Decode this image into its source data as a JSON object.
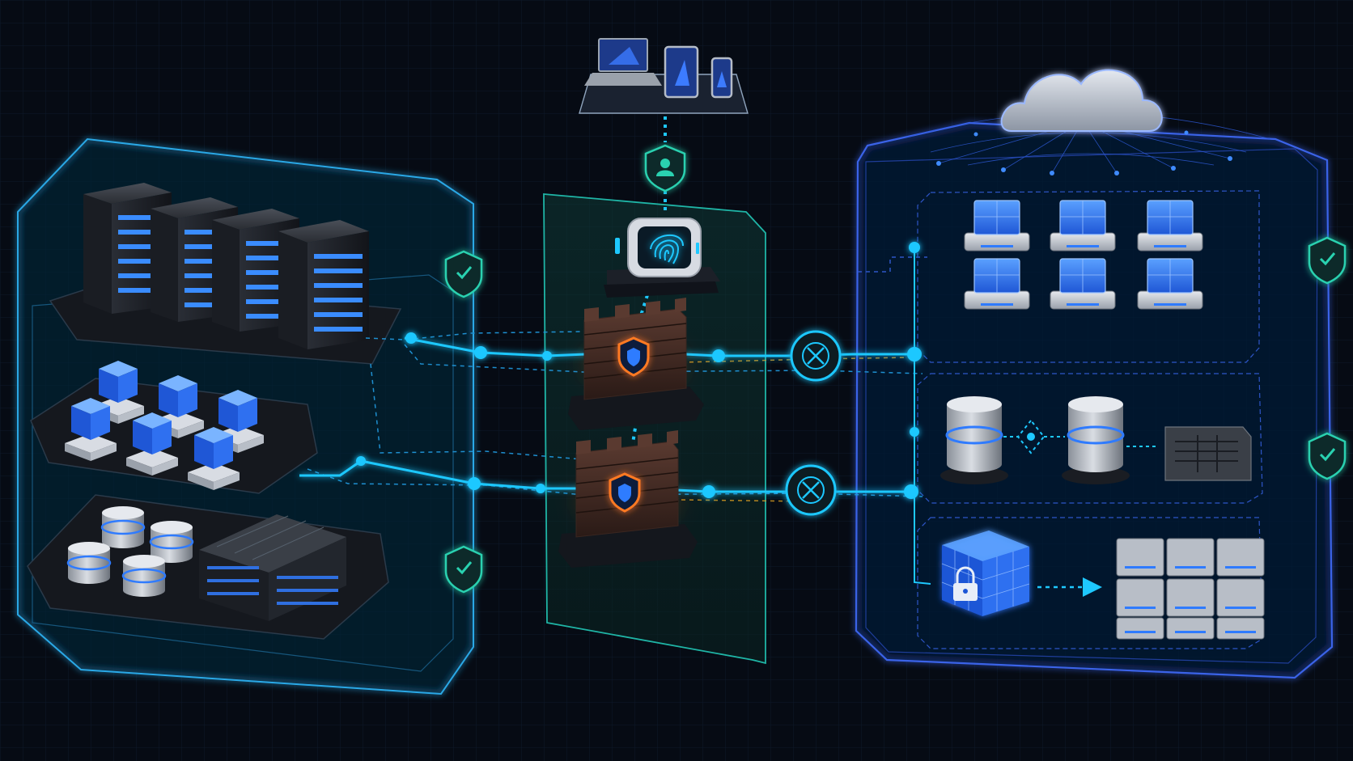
{
  "colors": {
    "background": "#060b14",
    "grid": "#0d1a2a",
    "on_prem_accent": "#2aa8e6",
    "dmz_accent": "#1fb5a6",
    "cloud_accent": "#3b63e8",
    "link": "#1ec8ff",
    "dashed_link": "#1e8fd0",
    "amber_link": "#e0a020",
    "firewall_glow": "#ff6a1a",
    "cube_blue": "#2f7bff",
    "shield_teal": "#29d1b0"
  },
  "icons": {
    "shield": "shield-check-icon",
    "user": "user-shield-icon",
    "fingerprint": "fingerprint-icon",
    "firewall": "firewall-icon",
    "gateway": "gateway-x-icon",
    "lock": "padlock-icon",
    "cloud": "cloud-icon"
  },
  "zones": {
    "on_prem": {
      "shields": 2
    },
    "dmz": {
      "firewalls": 2
    },
    "cloud": {
      "shields": 2
    }
  }
}
